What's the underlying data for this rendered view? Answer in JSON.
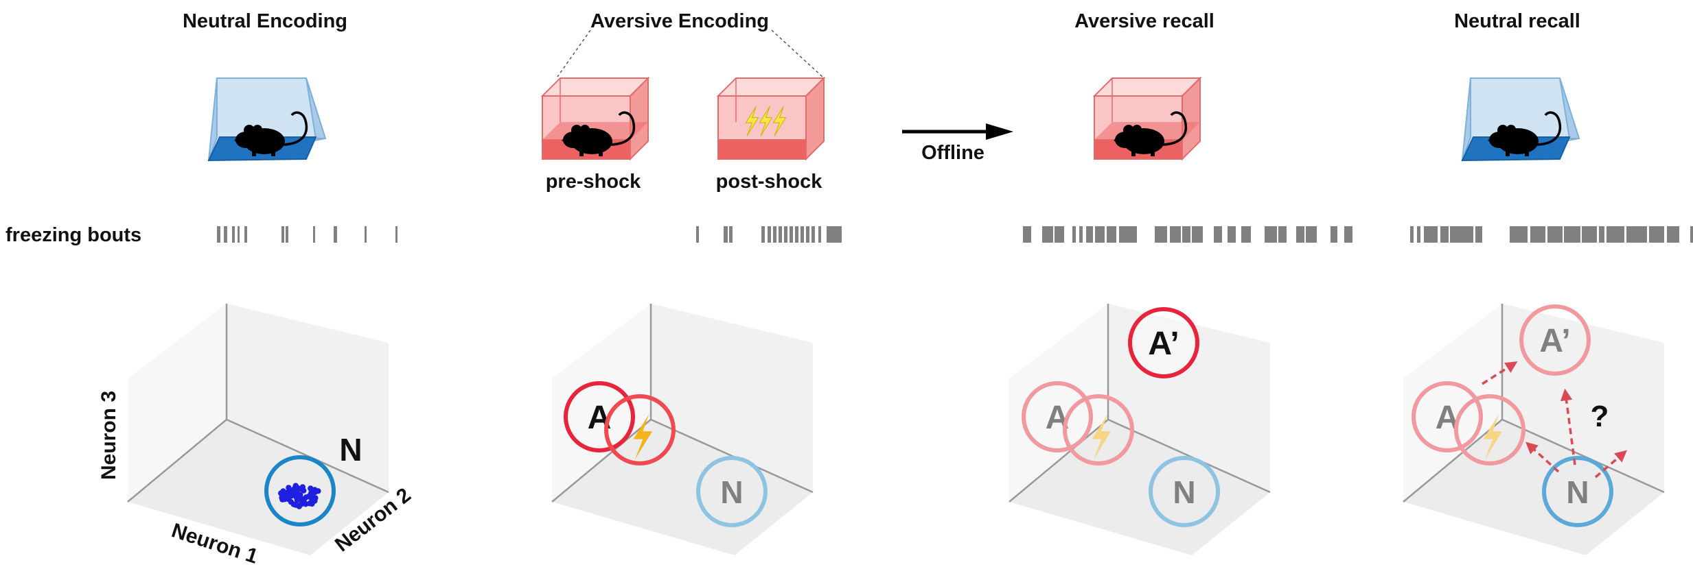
{
  "panels": [
    {
      "title": "Neutral Encoding"
    },
    {
      "title": "Aversive Encoding",
      "left_label": "pre-shock",
      "right_label": "post-shock"
    },
    {
      "title": "Aversive recall"
    },
    {
      "title": "Neutral recall"
    }
  ],
  "arrow_label": "Offline",
  "row_label": "freezing bouts",
  "axes": {
    "x": "Neuron 1",
    "y": "Neuron 2",
    "z": "Neuron 3"
  },
  "clusters": {
    "neutral": "N",
    "aversive": "A",
    "aversive_recall": "A’",
    "question": "?"
  },
  "colors": {
    "neutral": "#1a85c8",
    "neutral_faded": "#8fc3e2",
    "aversive": "#e8243c",
    "aversive_faded": "#f2999f",
    "shock": "#f5b31b",
    "points": "#1f1fe0",
    "bouts": "#808080"
  },
  "freezing_bouts": [
    [
      [
        0,
        5
      ],
      [
        10,
        5
      ],
      [
        22,
        4
      ],
      [
        30,
        3
      ],
      [
        40,
        4
      ],
      [
        94,
        4
      ],
      [
        100,
        4
      ],
      [
        140,
        3
      ],
      [
        170,
        5
      ],
      [
        215,
        3
      ],
      [
        260,
        3
      ]
    ],
    [
      [
        0,
        4
      ],
      [
        40,
        6
      ],
      [
        48,
        5
      ],
      [
        95,
        5
      ],
      [
        104,
        5
      ],
      [
        112,
        5
      ],
      [
        120,
        5
      ],
      [
        128,
        5
      ],
      [
        136,
        5
      ],
      [
        144,
        5
      ],
      [
        152,
        5
      ],
      [
        160,
        5
      ],
      [
        168,
        5
      ],
      [
        178,
        4
      ],
      [
        190,
        22
      ]
    ],
    [
      [
        0,
        12
      ],
      [
        28,
        16
      ],
      [
        46,
        14
      ],
      [
        72,
        5
      ],
      [
        82,
        5
      ],
      [
        92,
        10
      ],
      [
        105,
        14
      ],
      [
        122,
        14
      ],
      [
        140,
        14
      ],
      [
        152,
        14
      ],
      [
        192,
        18
      ],
      [
        214,
        16
      ],
      [
        232,
        12
      ],
      [
        246,
        16
      ],
      [
        278,
        12
      ],
      [
        298,
        12
      ],
      [
        318,
        14
      ],
      [
        352,
        18
      ],
      [
        372,
        12
      ],
      [
        398,
        12
      ],
      [
        412,
        16
      ],
      [
        448,
        10
      ],
      [
        468,
        12
      ]
    ],
    [
      [
        0,
        5
      ],
      [
        10,
        5
      ],
      [
        20,
        20
      ],
      [
        44,
        12
      ],
      [
        58,
        14
      ],
      [
        72,
        20
      ],
      [
        95,
        10
      ],
      [
        145,
        26
      ],
      [
        175,
        22
      ],
      [
        200,
        22
      ],
      [
        224,
        24
      ],
      [
        250,
        22
      ],
      [
        275,
        8
      ],
      [
        286,
        26
      ],
      [
        315,
        30
      ],
      [
        348,
        22
      ],
      [
        374,
        18
      ],
      [
        408,
        24
      ],
      [
        436,
        20
      ],
      [
        456,
        8
      ],
      [
        480,
        26
      ],
      [
        510,
        30
      ],
      [
        544,
        18
      ],
      [
        568,
        4
      ]
    ]
  ]
}
